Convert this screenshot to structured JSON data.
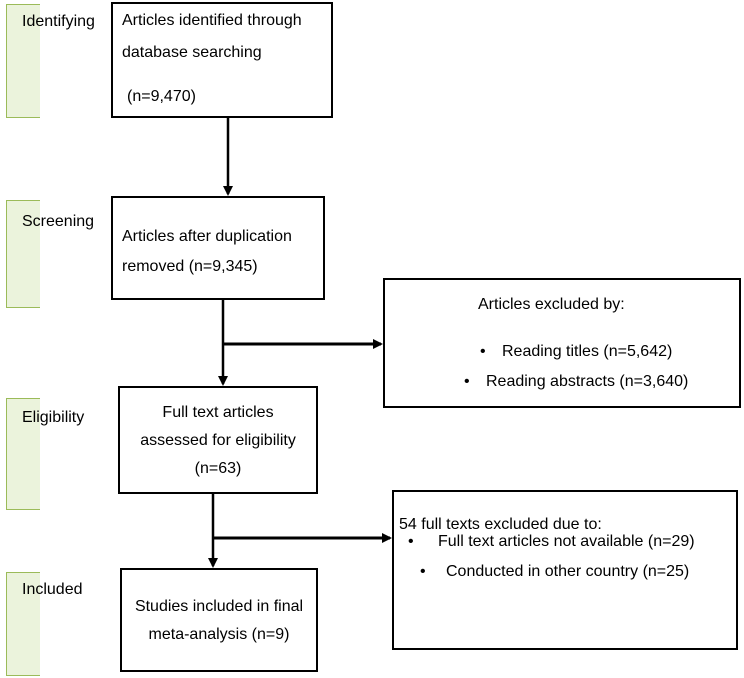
{
  "stages": [
    {
      "id": "identifying",
      "label": "Identifying"
    },
    {
      "id": "screening",
      "label": "Screening"
    },
    {
      "id": "eligibility",
      "label": "Eligibility"
    },
    {
      "id": "included",
      "label": "Included"
    }
  ],
  "boxes": {
    "identification": {
      "line1": "Articles identified through",
      "line2": "database searching",
      "line3": "(n=9,470)"
    },
    "screening": {
      "line1": "Articles after duplication",
      "line2": "removed (n=9,345)"
    },
    "excluded_screening": {
      "heading": "Articles excluded by:",
      "items": [
        "Reading titles (n=5,642)",
        "Reading abstracts  (n=3,640)"
      ]
    },
    "eligibility": {
      "line1": "Full text articles",
      "line2": "assessed for eligibility",
      "line3": "(n=63)"
    },
    "excluded_fulltext": {
      "heading": "54 full texts excluded due to:",
      "items": [
        "Full text articles not available (n=29)",
        "Conducted in other country (n=25)"
      ]
    },
    "included": {
      "line1": "Studies included in final",
      "line2": "meta-analysis (n=9)"
    }
  },
  "colors": {
    "stage_fill": "#ebf3dc",
    "stage_border": "#9bbb59",
    "stroke": "#000000"
  }
}
